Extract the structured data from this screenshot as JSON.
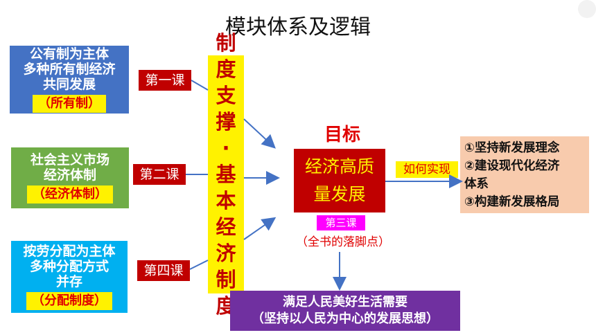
{
  "title": "模块体系及逻辑",
  "left_boxes": [
    {
      "lines": [
        "公有制为主体",
        "多种所有制经济",
        "共同发展"
      ],
      "tag": "（所有制）",
      "color": "#4472c4"
    },
    {
      "lines": [
        "社会主义市场",
        "经济体制"
      ],
      "tag": "（经济体制）",
      "color": "#70ad47"
    },
    {
      "lines": [
        "按劳分配为主体",
        "多种分配方式",
        "并存"
      ],
      "tag": "（分配制度）",
      "color": "#00b0f0"
    }
  ],
  "lessons": [
    "第一课",
    "第二课",
    "第四课"
  ],
  "vertical_chars": [
    "制",
    "度",
    "支",
    "撑",
    "·",
    "基",
    "本",
    "经",
    "济",
    "制",
    "度"
  ],
  "goal_label": "目标",
  "goal_lines": [
    "经济高质",
    "量发展"
  ],
  "lesson3": "第三课",
  "footnote": "（全书的落脚点）",
  "how_label": "如何实现",
  "ways": [
    "①坚持新发展理念",
    "②建设现代化经济",
    "体系",
    "③构建新发展格局"
  ],
  "bottom_lines": [
    "满足人民美好生活需要",
    "（坚持以人民为中心的发展思想）"
  ],
  "colors": {
    "red": "#c00000",
    "yellow": "#fff200",
    "purple": "#7030a0",
    "peach": "#f8cbad",
    "arrow": "#4472c4"
  }
}
